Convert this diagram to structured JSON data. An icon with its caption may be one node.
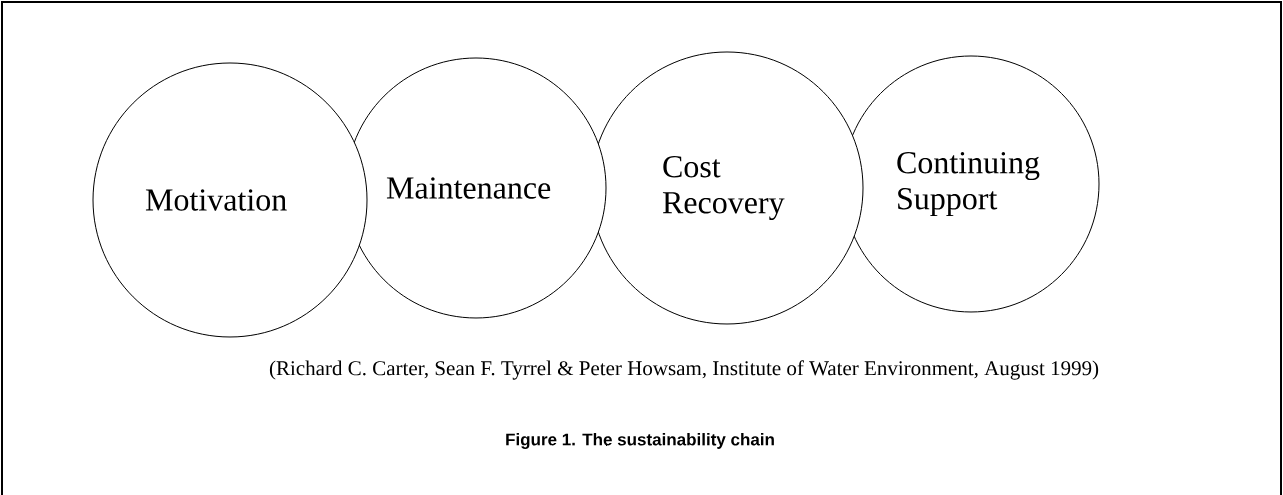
{
  "diagram": {
    "caption": "Figure 1. The sustainability chain",
    "nodes": [
      {
        "text": [
          "Motivation"
        ]
      },
      {
        "text": [
          "Maintenance"
        ]
      },
      {
        "text": [
          "Cost Recovery"
        ]
      },
      {
        "text": [
          "Continuing Support"
        ]
      }
    ],
    "labels": [
      "(Richard C. Carter, Sean F. Tyrrel & Peter Howsam, Institute of Water Environment, August 1999)"
    ]
  }
}
